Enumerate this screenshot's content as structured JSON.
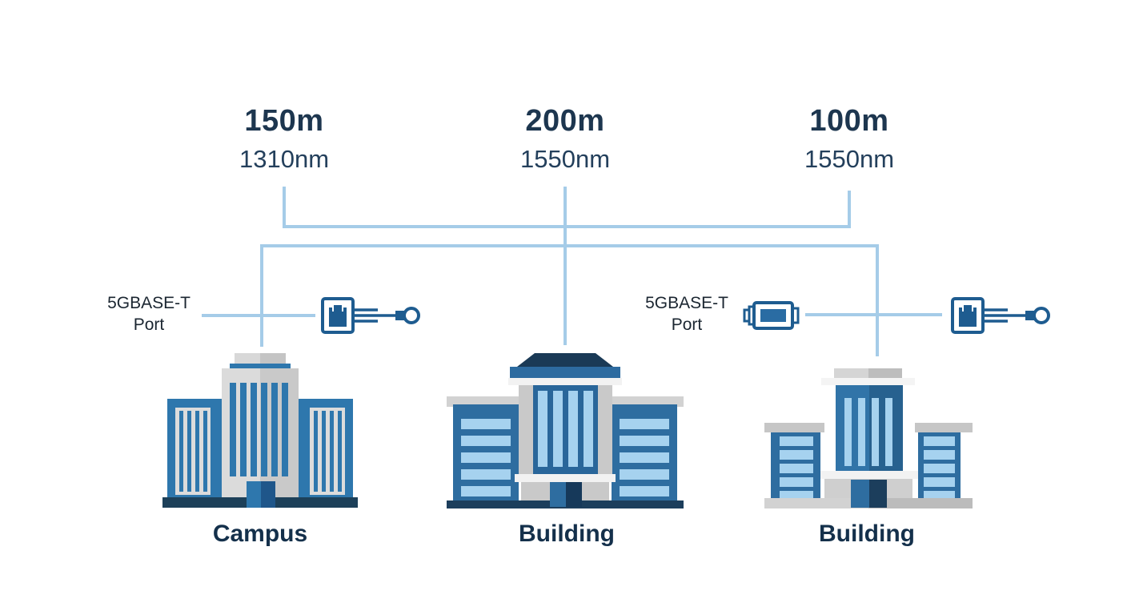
{
  "links": [
    {
      "distance": "150m",
      "wavelength": "1310nm"
    },
    {
      "distance": "200m",
      "wavelength": "1550nm"
    },
    {
      "distance": "100m",
      "wavelength": "1550nm"
    }
  ],
  "ports": [
    {
      "label_line1": "5GBASE-T",
      "label_line2": "Port"
    },
    {
      "label_line1": "5GBASE-T",
      "label_line2": "Port"
    }
  ],
  "buildings": [
    {
      "name": "Campus"
    },
    {
      "name": "Building"
    },
    {
      "name": "Building"
    }
  ],
  "icons": {
    "left_connector": "rj45-connector-cable-icon",
    "middle_module": "sfp-transceiver-icon",
    "right_connector": "rj45-connector-cable-icon"
  },
  "colors": {
    "line_blue": "#a5cce8",
    "icon_stroke": "#1e5c90",
    "building_blue": "#2e6da0",
    "building_light_blue": "#a6d2ef",
    "campus_blue": "#2e77ad",
    "navy": "#1c3e5c",
    "text_dark_navy": "#1d364f",
    "facade_gray": "#c9c9c9"
  }
}
